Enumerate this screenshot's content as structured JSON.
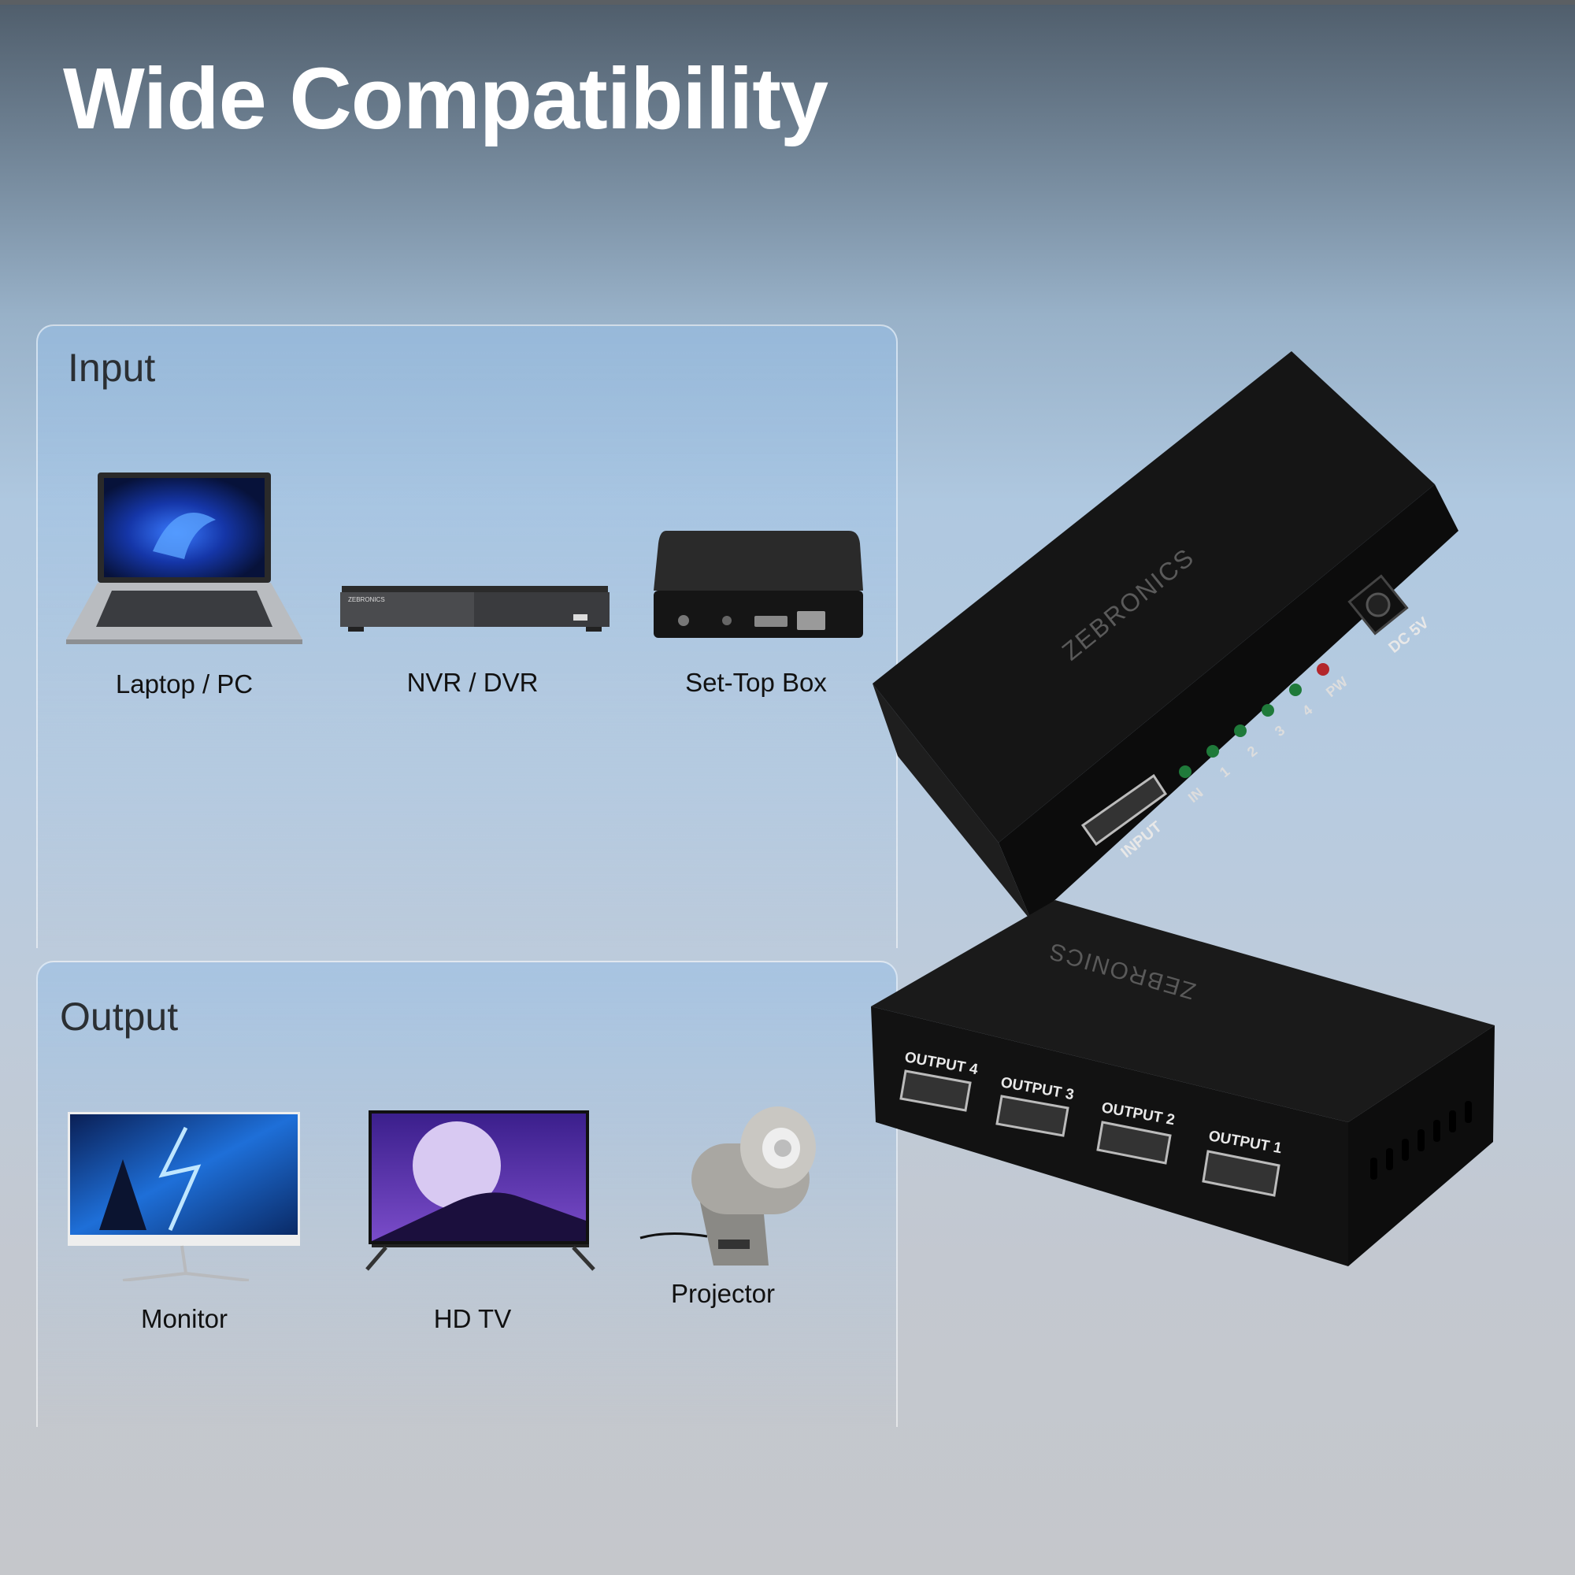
{
  "headline": "Wide Compatibility",
  "input_panel": {
    "title": "Input",
    "devices": [
      {
        "label": "Laptop / PC",
        "icon": "laptop-icon"
      },
      {
        "label": "NVR / DVR",
        "icon": "nvr-icon"
      },
      {
        "label": "Set-Top Box",
        "icon": "set-top-box-icon"
      }
    ]
  },
  "output_panel": {
    "title": "Output",
    "devices": [
      {
        "label": "Monitor",
        "icon": "monitor-icon"
      },
      {
        "label": "HD TV",
        "icon": "tv-icon"
      },
      {
        "label": "Projector",
        "icon": "projector-icon"
      }
    ]
  },
  "product": {
    "brand": "ZEBRONICS",
    "nvr_brand": "ZEBRONICS",
    "top_unit": {
      "input_port": "INPUT",
      "leds": [
        "IN",
        "1",
        "2",
        "3",
        "4",
        "PW"
      ],
      "power_jack": "DC 5V"
    },
    "bottom_unit": {
      "ports": [
        "OUTPUT 4",
        "OUTPUT 3",
        "OUTPUT 2",
        "OUTPUT 1"
      ]
    }
  },
  "colors": {
    "headline": "#ffffff",
    "device_body": "#141414",
    "led_green": "#1f7a3a",
    "led_red": "#b3262b"
  }
}
